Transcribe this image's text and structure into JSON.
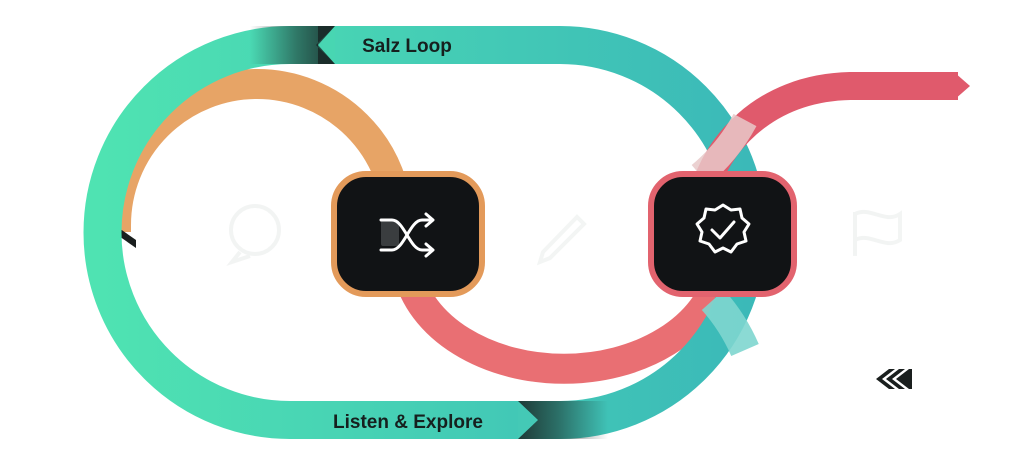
{
  "loops": {
    "top_label": "Salz Loop",
    "bottom_label": "Listen & Explore"
  },
  "nodes": [
    {
      "name": "shuffle-node",
      "icon": "shuffle-icon",
      "border_color": "#e39a5a"
    },
    {
      "name": "verified-node",
      "icon": "verified-badge-icon",
      "border_color": "#e2636e"
    }
  ],
  "faded_icons": [
    "chat-bubble-icon",
    "bookmark-icon",
    "pencil-icon",
    "flag-icon"
  ],
  "colors": {
    "teal_start": "#4fe3b2",
    "teal_end": "#3bb9b8",
    "orange": "#e7a466",
    "coral": "#e96f73",
    "red_exit": "#e05a6c",
    "node_fill": "#111315",
    "icon_white": "#ffffff",
    "arrow_dark": "#1a1f1e"
  }
}
